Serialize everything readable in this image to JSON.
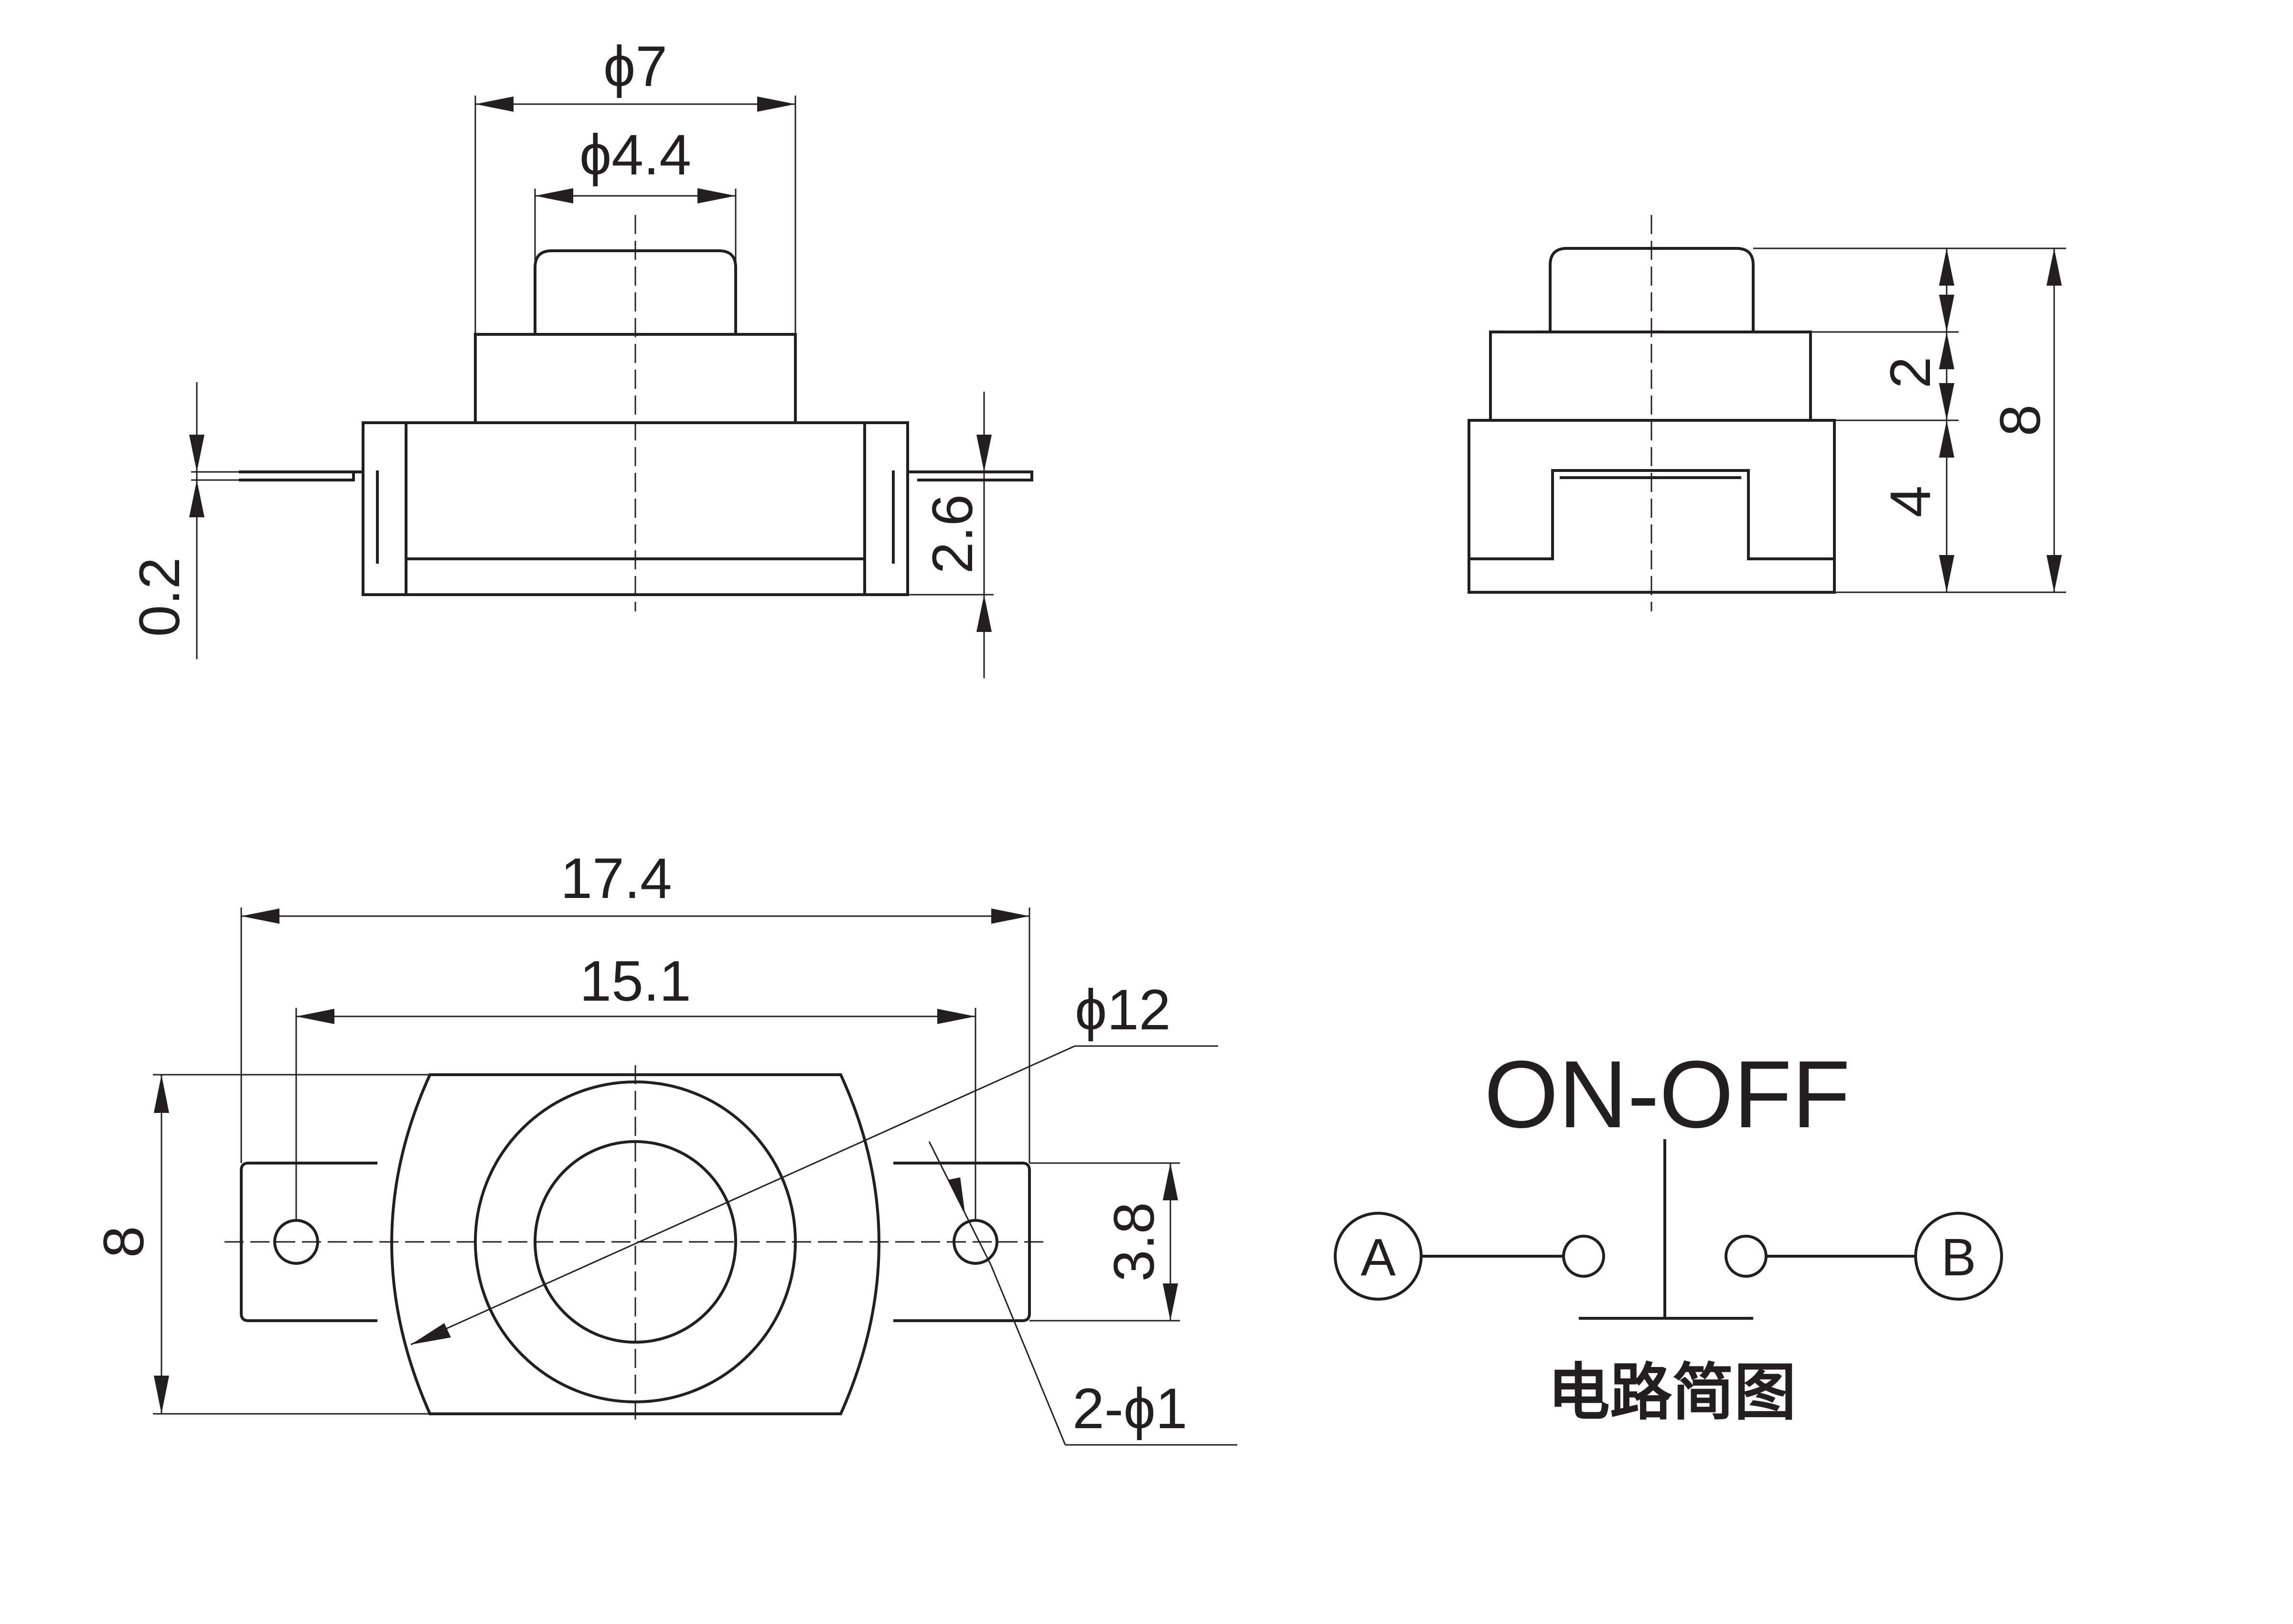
{
  "front_view": {
    "dim_outer_diameter": "ϕ7",
    "dim_inner_diameter": "ϕ4.4",
    "dim_pin_thickness": "0.2",
    "dim_pin_height": "2.6"
  },
  "side_view": {
    "dim_cap_height": "2",
    "dim_base_height": "4",
    "dim_total_height": "8"
  },
  "top_view": {
    "dim_overall_length": "17.4",
    "dim_hole_spacing": "15.1",
    "dim_body_diameter": "ϕ12",
    "dim_body_height": "8",
    "dim_tab_width": "3.8",
    "dim_holes": "2-ϕ1"
  },
  "circuit": {
    "title": "ON-OFF",
    "node_a": "A",
    "node_b": "B",
    "caption": "电路简图"
  }
}
